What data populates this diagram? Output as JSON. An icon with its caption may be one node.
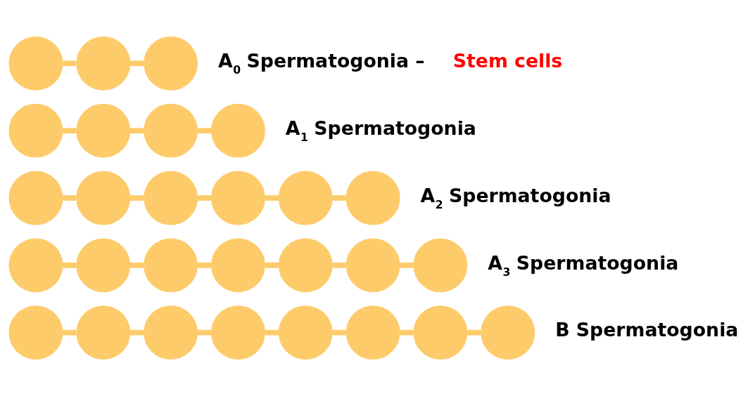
{
  "diagram": {
    "nodes": [
      {
        "text": [],
        "shape": "circle"
      },
      {
        "text": [],
        "shape": "circle"
      },
      {
        "text": [],
        "shape": "circle"
      },
      {
        "text": [],
        "shape": "circle"
      },
      {
        "text": [],
        "shape": "circle"
      },
      {
        "text": [],
        "shape": "circle"
      },
      {
        "text": [],
        "shape": "circle"
      },
      {
        "text": [],
        "shape": "circle"
      },
      {
        "text": [],
        "shape": "circle"
      },
      {
        "text": [],
        "shape": "circle"
      },
      {
        "text": [],
        "shape": "circle"
      },
      {
        "text": [],
        "shape": "circle"
      },
      {
        "text": [],
        "shape": "circle"
      },
      {
        "text": [],
        "shape": "circle"
      },
      {
        "text": [],
        "shape": "circle"
      },
      {
        "text": [],
        "shape": "circle"
      },
      {
        "text": [],
        "shape": "circle"
      },
      {
        "text": [],
        "shape": "circle"
      },
      {
        "text": [],
        "shape": "circle"
      },
      {
        "text": [],
        "shape": "circle"
      },
      {
        "text": [],
        "shape": "circle"
      },
      {
        "text": [],
        "shape": "circle"
      },
      {
        "text": [],
        "shape": "circle"
      },
      {
        "text": [],
        "shape": "circle"
      },
      {
        "text": [],
        "shape": "circle"
      },
      {
        "text": [],
        "shape": "circle"
      },
      {
        "text": [],
        "shape": "circle"
      },
      {
        "text": [],
        "shape": "circle"
      }
    ],
    "edges": [
      {
        "from": 0,
        "to": 1,
        "arrow": "none"
      },
      {
        "from": 1,
        "to": 2,
        "arrow": "none"
      },
      {
        "from": 3,
        "to": 4,
        "arrow": "none"
      },
      {
        "from": 4,
        "to": 5,
        "arrow": "none"
      },
      {
        "from": 5,
        "to": 6,
        "arrow": "none"
      },
      {
        "from": 7,
        "to": 8,
        "arrow": "none"
      },
      {
        "from": 8,
        "to": 9,
        "arrow": "none"
      },
      {
        "from": 9,
        "to": 10,
        "arrow": "none"
      },
      {
        "from": 10,
        "to": 11,
        "arrow": "none"
      },
      {
        "from": 11,
        "to": 12,
        "arrow": "none"
      },
      {
        "from": 13,
        "to": 14,
        "arrow": "none"
      },
      {
        "from": 14,
        "to": 15,
        "arrow": "none"
      },
      {
        "from": 15,
        "to": 16,
        "arrow": "none"
      },
      {
        "from": 16,
        "to": 17,
        "arrow": "none"
      },
      {
        "from": 17,
        "to": 18,
        "arrow": "none"
      },
      {
        "from": 18,
        "to": 19,
        "arrow": "none"
      },
      {
        "from": 20,
        "to": 21,
        "arrow": "none"
      },
      {
        "from": 21,
        "to": 22,
        "arrow": "none"
      },
      {
        "from": 22,
        "to": 23,
        "arrow": "none"
      },
      {
        "from": 23,
        "to": 24,
        "arrow": "none"
      },
      {
        "from": 24,
        "to": 25,
        "arrow": "none"
      },
      {
        "from": 25,
        "to": 26,
        "arrow": "none"
      },
      {
        "from": 26,
        "to": 27,
        "arrow": "none"
      }
    ],
    "labels": [
      "A$_{0}$ Spermatogonia –",
      "Stem cells",
      "A$_{1}$ Spermatogonia",
      "A$_{2}$ Spermatogonia",
      "A$_{3}$ Spermatogonia",
      "B Spermatogonia"
    ]
  }
}
